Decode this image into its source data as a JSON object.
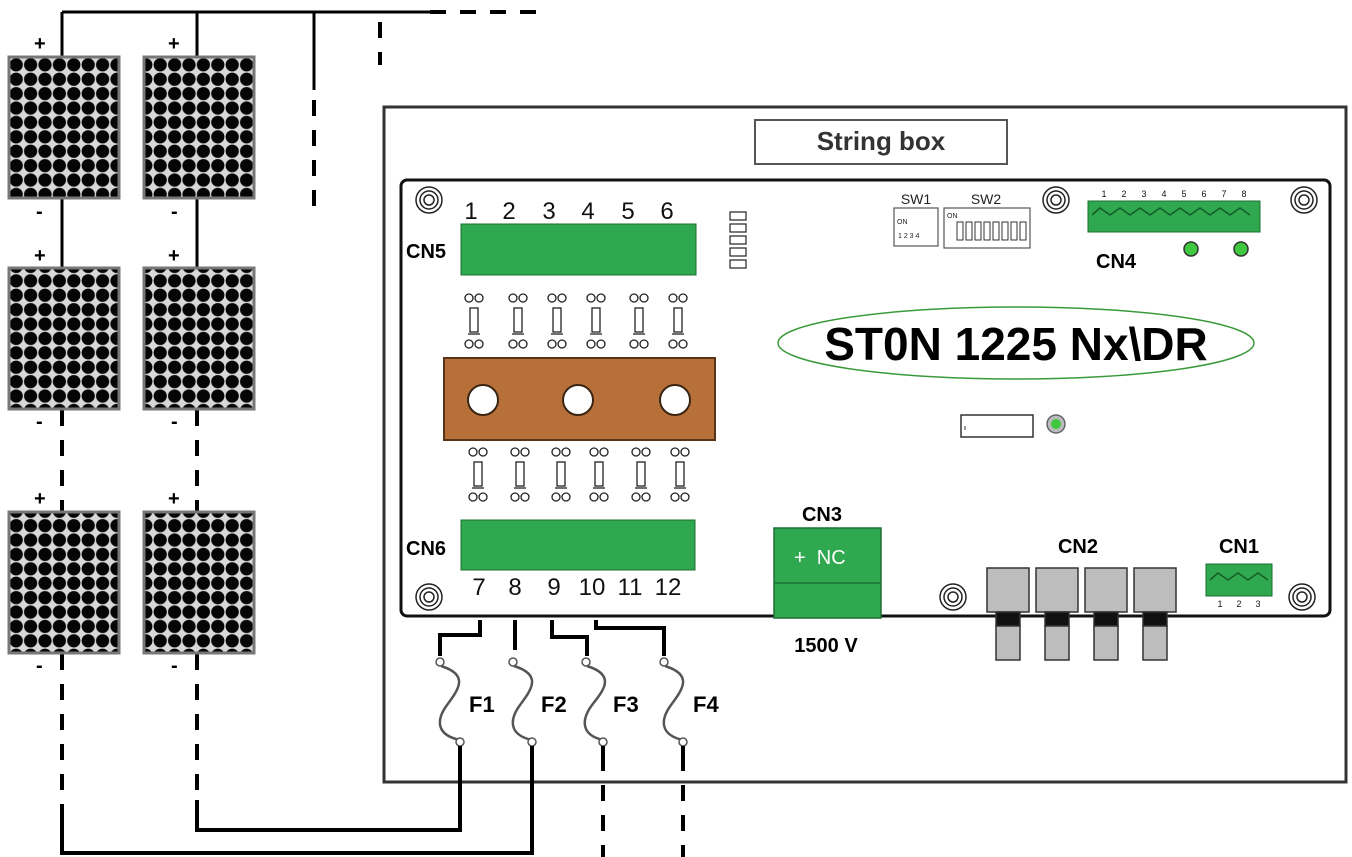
{
  "enclosure": {
    "title": "String box"
  },
  "board": {
    "model": "ST0N 1225 Nx\\DR",
    "cn5": {
      "label": "CN5",
      "pins": [
        "1",
        "2",
        "3",
        "4",
        "5",
        "6"
      ]
    },
    "cn6": {
      "label": "CN6",
      "pins": [
        "7",
        "8",
        "9",
        "10",
        "11",
        "12"
      ]
    },
    "cn3": {
      "label": "CN3",
      "terminal_text": "+  NC",
      "voltage": "1500 V"
    },
    "cn2": {
      "label": "CN2"
    },
    "cn1": {
      "label": "CN1",
      "pins": [
        "1",
        "2",
        "3"
      ]
    },
    "cn4": {
      "label": "CN4",
      "pins": [
        "1",
        "2",
        "3",
        "4",
        "5",
        "6",
        "7",
        "8"
      ]
    },
    "sw1": {
      "label": "SW1",
      "on": "ON",
      "pins": "1 2 3 4"
    },
    "sw2": {
      "label": "SW2",
      "on": "ON"
    }
  },
  "fuses": [
    "F1",
    "F2",
    "F3",
    "F4"
  ],
  "panels": {
    "plus": "+",
    "minus": "-"
  },
  "colors": {
    "connector_green": "#2fa84f",
    "busbar": "#b8703a",
    "led_green": "#3ec83e",
    "model_outline": "#3a9a3a"
  }
}
